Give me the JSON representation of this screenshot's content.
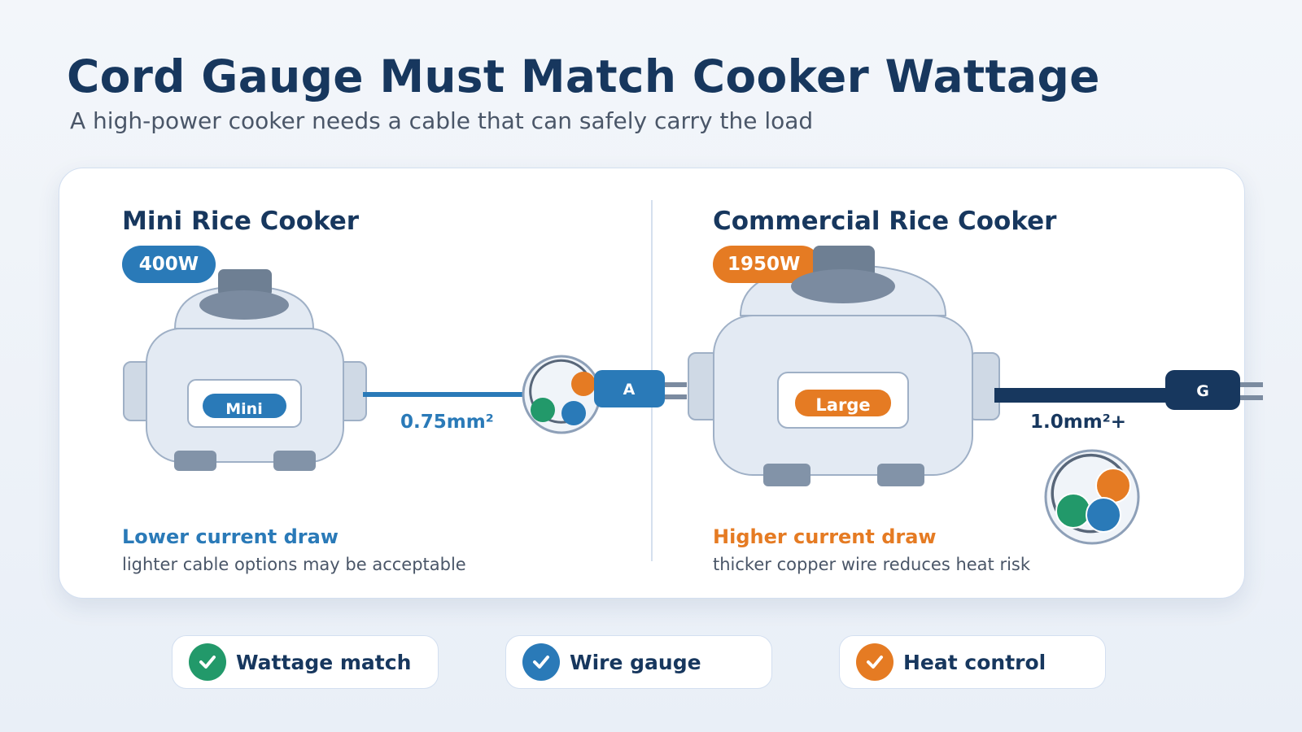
{
  "title": "Cord Gauge Must Match Cooker Wattage",
  "subtitle": "A high-power cooker needs a cable that can safely carry the load",
  "colors": {
    "navy": "#17375e",
    "blue": "#2a7ab8",
    "orange": "#e57b23",
    "green": "#22996a",
    "gray": "#4a5668"
  },
  "left": {
    "heading": "Mini Rice Cooker",
    "wattage": "400W",
    "body_label": "Mini",
    "gauge": "0.75mm²",
    "plug_letter": "A",
    "desc_title": "Lower current draw",
    "desc_sub": "lighter cable options may be acceptable"
  },
  "right": {
    "heading": "Commercial Rice Cooker",
    "wattage": "1950W",
    "body_label": "Large",
    "gauge": "1.0mm²+",
    "plug_letter": "G",
    "desc_title": "Higher current draw",
    "desc_sub": "thicker copper wire reduces heat risk"
  },
  "pills": [
    {
      "label": "Wattage match",
      "color": "#22996a",
      "icon": "check-icon"
    },
    {
      "label": "Wire gauge",
      "color": "#2a7ab8",
      "icon": "check-icon"
    },
    {
      "label": "Heat control",
      "color": "#e57b23",
      "icon": "check-icon"
    }
  ]
}
